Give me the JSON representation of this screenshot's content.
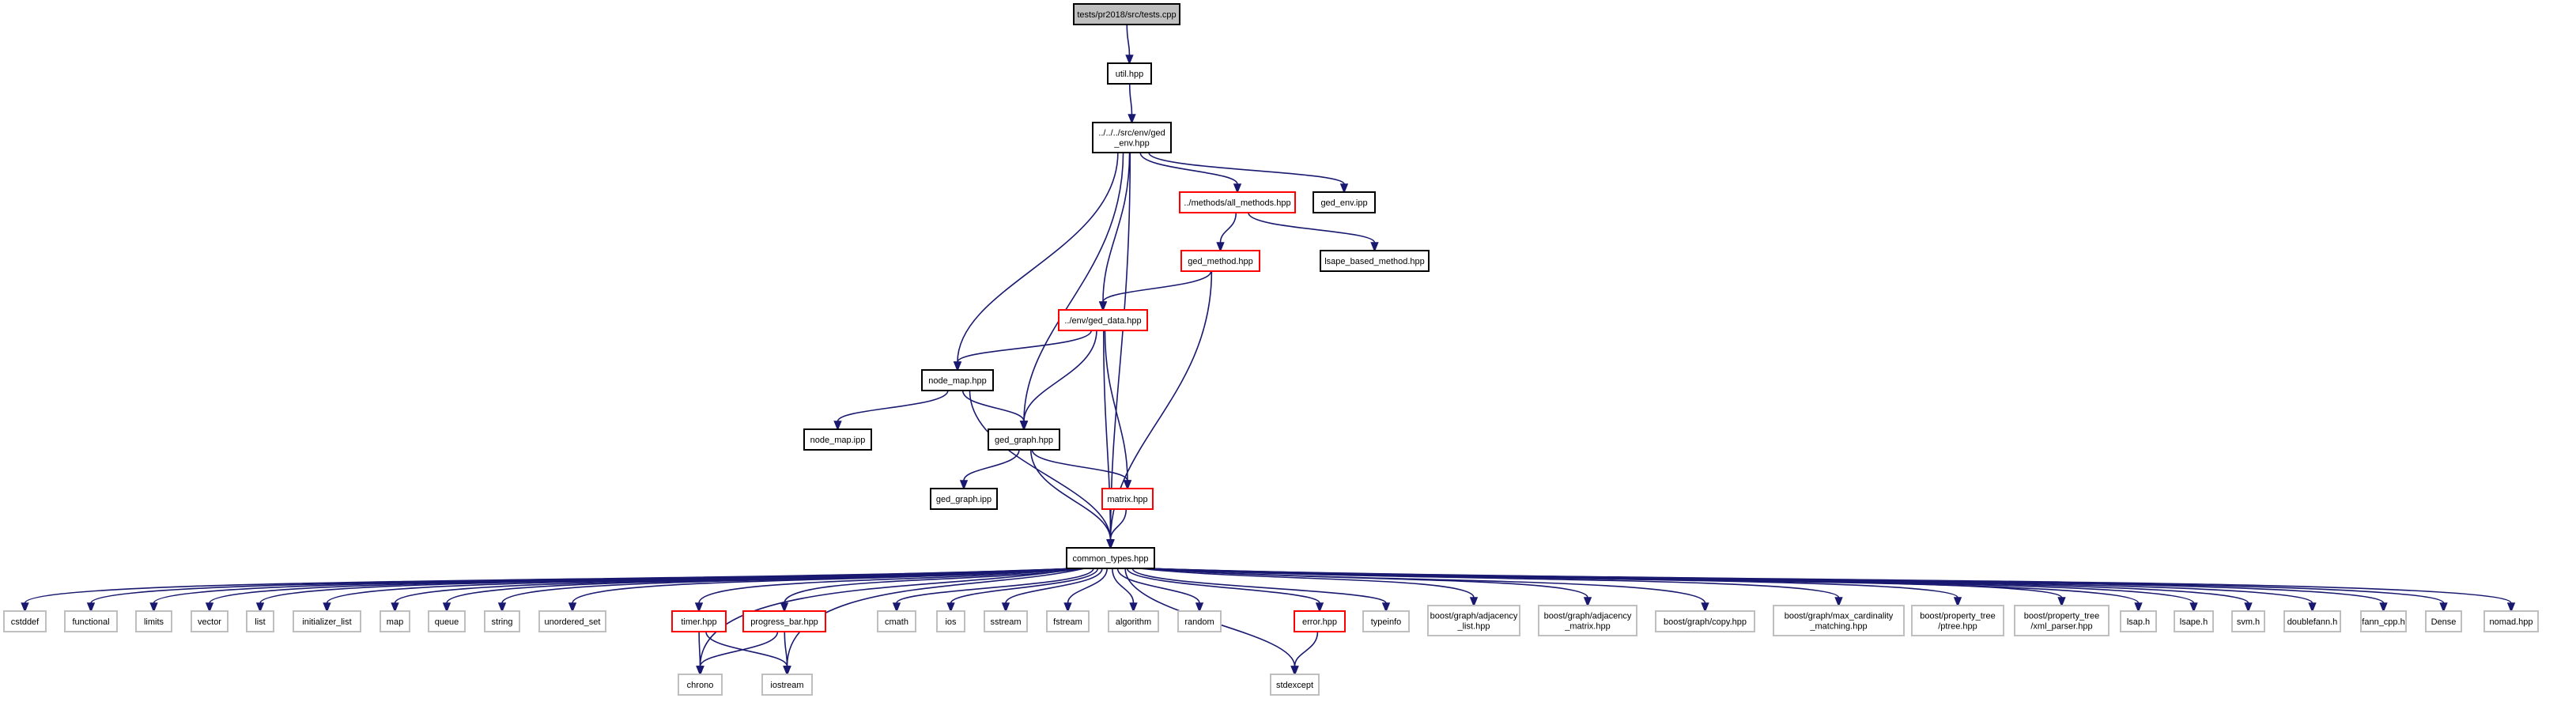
{
  "colors": {
    "edge": "#191970",
    "root_fill": "#bfbfbf",
    "border_normal": "#000000",
    "border_red": "#ff0000",
    "border_gray": "#bfbfbf",
    "fill": "#ffffff"
  },
  "nodes": [
    {
      "id": "tests",
      "lines": [
        "tests/pr2018/src/tests.cpp"
      ],
      "style": "root"
    },
    {
      "id": "util",
      "lines": [
        "util.hpp"
      ],
      "style": "normal"
    },
    {
      "id": "gedenv",
      "lines": [
        "../../../src/env/ged",
        "_env.hpp"
      ],
      "style": "normal"
    },
    {
      "id": "allmethods",
      "lines": [
        "../methods/all_methods.hpp"
      ],
      "style": "red"
    },
    {
      "id": "gedenvipp",
      "lines": [
        "ged_env.ipp"
      ],
      "style": "normal"
    },
    {
      "id": "gedmethod",
      "lines": [
        "ged_method.hpp"
      ],
      "style": "red"
    },
    {
      "id": "lsape",
      "lines": [
        "lsape_based_method.hpp"
      ],
      "style": "normal"
    },
    {
      "id": "geddata",
      "lines": [
        "../env/ged_data.hpp"
      ],
      "style": "red"
    },
    {
      "id": "nodemap",
      "lines": [
        "node_map.hpp"
      ],
      "style": "normal"
    },
    {
      "id": "nodemapipp",
      "lines": [
        "node_map.ipp"
      ],
      "style": "normal"
    },
    {
      "id": "gedgraph",
      "lines": [
        "ged_graph.hpp"
      ],
      "style": "normal"
    },
    {
      "id": "gedgraphipp",
      "lines": [
        "ged_graph.ipp"
      ],
      "style": "normal"
    },
    {
      "id": "matrix",
      "lines": [
        "matrix.hpp"
      ],
      "style": "red"
    },
    {
      "id": "common",
      "lines": [
        "common_types.hpp"
      ],
      "style": "normal"
    },
    {
      "id": "cstddef",
      "lines": [
        "cstddef"
      ],
      "style": "gray"
    },
    {
      "id": "functional",
      "lines": [
        "functional"
      ],
      "style": "gray"
    },
    {
      "id": "limits",
      "lines": [
        "limits"
      ],
      "style": "gray"
    },
    {
      "id": "vector",
      "lines": [
        "vector"
      ],
      "style": "gray"
    },
    {
      "id": "list",
      "lines": [
        "list"
      ],
      "style": "gray"
    },
    {
      "id": "initlist",
      "lines": [
        "initializer_list"
      ],
      "style": "gray"
    },
    {
      "id": "map",
      "lines": [
        "map"
      ],
      "style": "gray"
    },
    {
      "id": "queue",
      "lines": [
        "queue"
      ],
      "style": "gray"
    },
    {
      "id": "string",
      "lines": [
        "string"
      ],
      "style": "gray"
    },
    {
      "id": "unordset",
      "lines": [
        "unordered_set"
      ],
      "style": "gray"
    },
    {
      "id": "timer",
      "lines": [
        "timer.hpp"
      ],
      "style": "red"
    },
    {
      "id": "progress",
      "lines": [
        "progress_bar.hpp"
      ],
      "style": "red"
    },
    {
      "id": "cmath",
      "lines": [
        "cmath"
      ],
      "style": "gray"
    },
    {
      "id": "ios",
      "lines": [
        "ios"
      ],
      "style": "gray"
    },
    {
      "id": "sstream",
      "lines": [
        "sstream"
      ],
      "style": "gray"
    },
    {
      "id": "fstream",
      "lines": [
        "fstream"
      ],
      "style": "gray"
    },
    {
      "id": "algorithm",
      "lines": [
        "algorithm"
      ],
      "style": "gray"
    },
    {
      "id": "random",
      "lines": [
        "random"
      ],
      "style": "gray"
    },
    {
      "id": "error",
      "lines": [
        "error.hpp"
      ],
      "style": "red"
    },
    {
      "id": "typeinfo",
      "lines": [
        "typeinfo"
      ],
      "style": "gray"
    },
    {
      "id": "adjlist",
      "lines": [
        "boost/graph/adjacency",
        "_list.hpp"
      ],
      "style": "gray"
    },
    {
      "id": "adjmatrix",
      "lines": [
        "boost/graph/adjacency",
        "_matrix.hpp"
      ],
      "style": "gray"
    },
    {
      "id": "copy",
      "lines": [
        "boost/graph/copy.hpp"
      ],
      "style": "gray"
    },
    {
      "id": "maxcard",
      "lines": [
        "boost/graph/max_cardinality",
        "_matching.hpp"
      ],
      "style": "gray"
    },
    {
      "id": "ptree",
      "lines": [
        "boost/property_tree",
        "/ptree.hpp"
      ],
      "style": "gray"
    },
    {
      "id": "xmlparser",
      "lines": [
        "boost/property_tree",
        "/xml_parser.hpp"
      ],
      "style": "gray"
    },
    {
      "id": "lsaph",
      "lines": [
        "lsap.h"
      ],
      "style": "gray"
    },
    {
      "id": "lsapeh",
      "lines": [
        "lsape.h"
      ],
      "style": "gray"
    },
    {
      "id": "svmh",
      "lines": [
        "svm.h"
      ],
      "style": "gray"
    },
    {
      "id": "doublefann",
      "lines": [
        "doublefann.h"
      ],
      "style": "gray"
    },
    {
      "id": "fanncpp",
      "lines": [
        "fann_cpp.h"
      ],
      "style": "gray"
    },
    {
      "id": "dense",
      "lines": [
        "Dense"
      ],
      "style": "gray"
    },
    {
      "id": "nomad",
      "lines": [
        "nomad.hpp"
      ],
      "style": "gray"
    },
    {
      "id": "chrono",
      "lines": [
        "chrono"
      ],
      "style": "gray"
    },
    {
      "id": "iostream",
      "lines": [
        "iostream"
      ],
      "style": "gray"
    },
    {
      "id": "stdexcept",
      "lines": [
        "stdexcept"
      ],
      "style": "gray"
    }
  ],
  "edges": [
    [
      "tests",
      "util"
    ],
    [
      "util",
      "gedenv"
    ],
    [
      "gedenv",
      "allmethods"
    ],
    [
      "gedenv",
      "gedenvipp"
    ],
    [
      "gedenv",
      "geddata"
    ],
    [
      "gedenv",
      "nodemap"
    ],
    [
      "gedenv",
      "gedgraph"
    ],
    [
      "gedenv",
      "common"
    ],
    [
      "allmethods",
      "gedmethod"
    ],
    [
      "allmethods",
      "lsape"
    ],
    [
      "gedmethod",
      "geddata"
    ],
    [
      "gedmethod",
      "common"
    ],
    [
      "geddata",
      "nodemap"
    ],
    [
      "geddata",
      "gedgraph"
    ],
    [
      "geddata",
      "matrix"
    ],
    [
      "geddata",
      "common"
    ],
    [
      "nodemap",
      "nodemapipp"
    ],
    [
      "nodemap",
      "gedgraph"
    ],
    [
      "nodemap",
      "common"
    ],
    [
      "gedgraph",
      "gedgraphipp"
    ],
    [
      "gedgraph",
      "matrix"
    ],
    [
      "gedgraph",
      "common"
    ],
    [
      "matrix",
      "common"
    ],
    [
      "common",
      "cstddef"
    ],
    [
      "common",
      "functional"
    ],
    [
      "common",
      "limits"
    ],
    [
      "common",
      "vector"
    ],
    [
      "common",
      "list"
    ],
    [
      "common",
      "initlist"
    ],
    [
      "common",
      "map"
    ],
    [
      "common",
      "queue"
    ],
    [
      "common",
      "string"
    ],
    [
      "common",
      "unordset"
    ],
    [
      "common",
      "timer"
    ],
    [
      "common",
      "progress"
    ],
    [
      "common",
      "cmath"
    ],
    [
      "common",
      "ios"
    ],
    [
      "common",
      "sstream"
    ],
    [
      "common",
      "fstream"
    ],
    [
      "common",
      "algorithm"
    ],
    [
      "common",
      "random"
    ],
    [
      "common",
      "error"
    ],
    [
      "common",
      "typeinfo"
    ],
    [
      "common",
      "adjlist"
    ],
    [
      "common",
      "adjmatrix"
    ],
    [
      "common",
      "copy"
    ],
    [
      "common",
      "maxcard"
    ],
    [
      "common",
      "ptree"
    ],
    [
      "common",
      "xmlparser"
    ],
    [
      "common",
      "lsaph"
    ],
    [
      "common",
      "lsapeh"
    ],
    [
      "common",
      "svmh"
    ],
    [
      "common",
      "doublefann"
    ],
    [
      "common",
      "fanncpp"
    ],
    [
      "common",
      "dense"
    ],
    [
      "common",
      "nomad"
    ],
    [
      "common",
      "chrono"
    ],
    [
      "common",
      "iostream"
    ],
    [
      "common",
      "stdexcept"
    ],
    [
      "timer",
      "chrono"
    ],
    [
      "timer",
      "iostream"
    ],
    [
      "progress",
      "chrono"
    ],
    [
      "progress",
      "iostream"
    ],
    [
      "error",
      "stdexcept"
    ]
  ]
}
